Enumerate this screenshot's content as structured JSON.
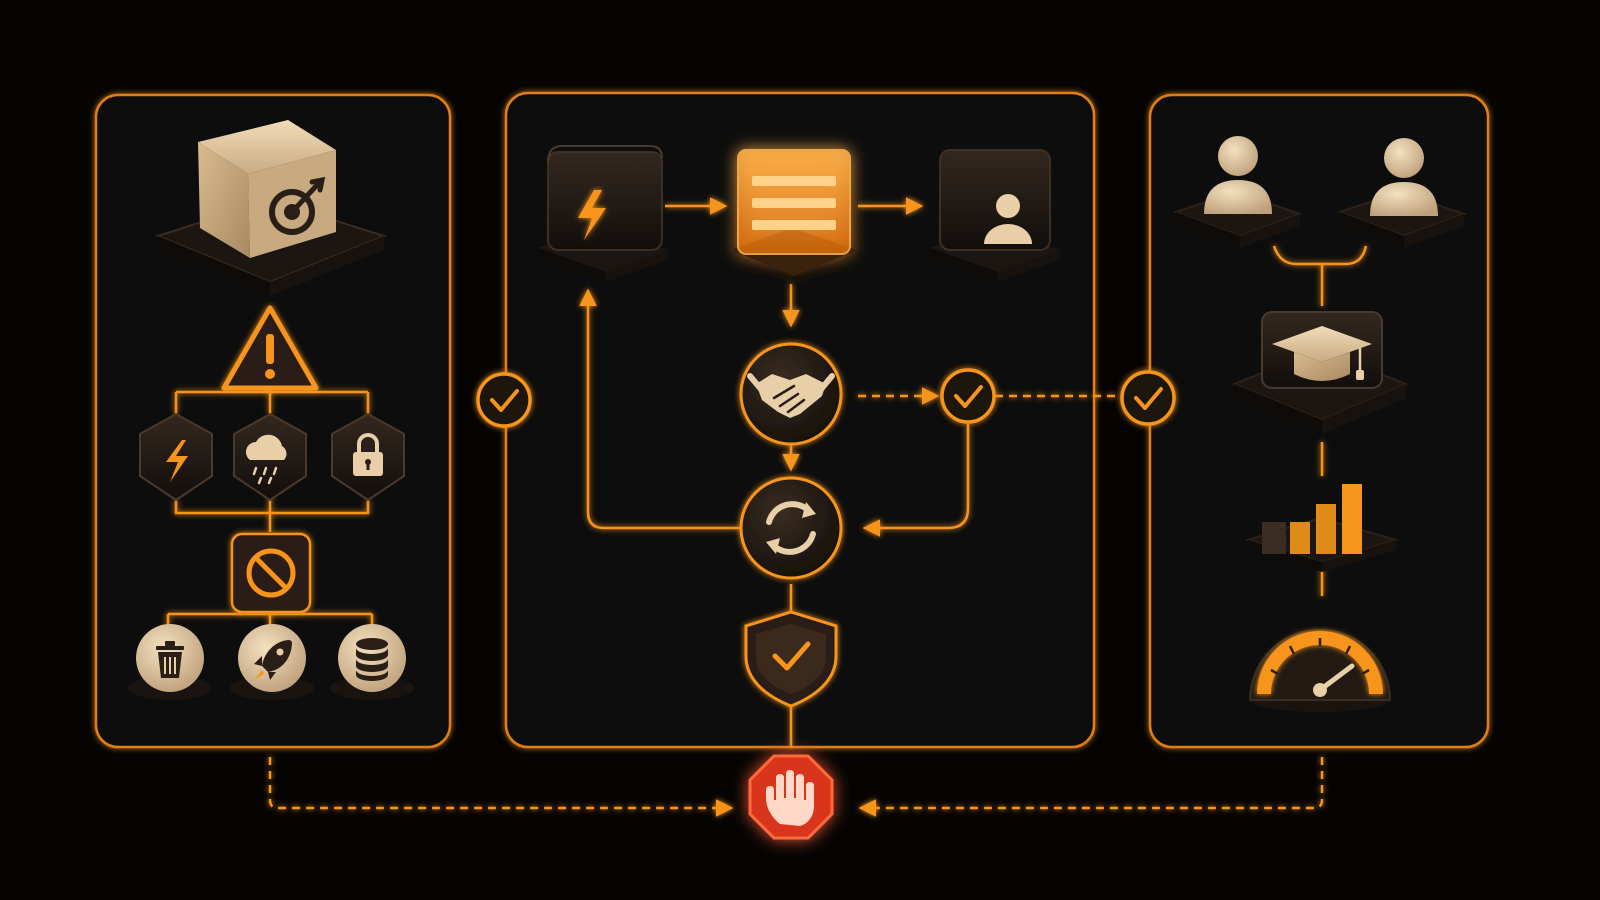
{
  "theme": {
    "background": "#050403",
    "accent": "#f7941d",
    "accent_glow": "#ff9a1f",
    "tile_dark": "#1a1410",
    "tile_cream": "#e8cfa8",
    "stop_red": "#d9351c"
  },
  "panels": [
    {
      "id": "left",
      "name": "risk-panel"
    },
    {
      "id": "center",
      "name": "process-panel"
    },
    {
      "id": "right",
      "name": "outcome-panel"
    }
  ],
  "icons": {
    "left": [
      "target-cube-icon",
      "warning-icon",
      "lightning-icon",
      "storm-cloud-icon",
      "padlock-icon",
      "prohibited-icon",
      "trash-icon",
      "rocket-icon",
      "database-icon"
    ],
    "center": [
      "lightning-cube-icon",
      "glowing-layers-cube-icon",
      "user-cube-icon",
      "handshake-icon",
      "sync-icon",
      "shield-check-icon"
    ],
    "right": [
      "user-icon",
      "user-icon",
      "graduation-cap-icon",
      "bar-chart-icon",
      "gauge-icon"
    ],
    "connectors": [
      "check-circle-icon",
      "check-circle-icon",
      "check-circle-icon"
    ],
    "bottom": [
      "stop-hand-icon"
    ]
  }
}
